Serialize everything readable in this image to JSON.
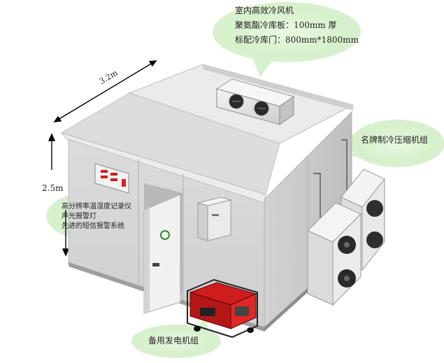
{
  "callouts": {
    "indoor_unit": {
      "line1": "室内高效冷风机",
      "line2": "聚氨酯冷库板：100mm 厚",
      "line3": "标配冷库门：800mm*1800mm"
    },
    "compressor": "名牌制冷压缩机组",
    "monitoring": {
      "line1": "高分辨率温湿度记录仪",
      "line2": "声光报警灯",
      "line3": "先进的短信报警系统"
    },
    "generator": "备用发电机组"
  },
  "dimensions": {
    "length": "3.2m",
    "height": "2.5m"
  },
  "colors": {
    "bubble_green": "#d9f2cf",
    "panel_light": "#e4e4e4",
    "panel_front": "#d6d6d6",
    "panel_side": "#c8c8c8",
    "generator_red": "#d62020"
  }
}
